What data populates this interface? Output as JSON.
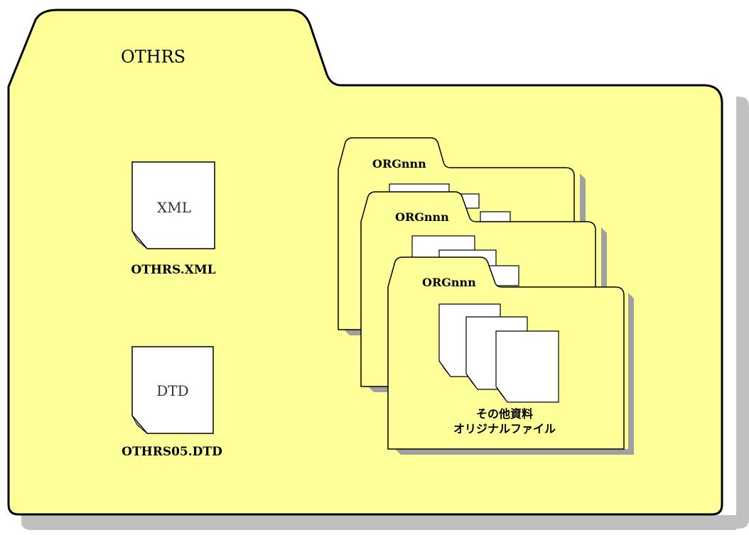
{
  "main_folder": {
    "title": "OTHRS",
    "fill_color": "#ffff99",
    "shadow_color": "#c0c0c0"
  },
  "files": [
    {
      "icon_name": "document-icon",
      "mark": "XML",
      "name": "OTHRS.XML"
    },
    {
      "icon_name": "document-icon",
      "mark": "DTD",
      "name": "OTHRS05.DTD"
    }
  ],
  "subfolders": [
    {
      "icon_name": "folder-icon",
      "title": "ORGnnn"
    },
    {
      "icon_name": "folder-icon",
      "title": "ORGnnn"
    },
    {
      "icon_name": "folder-icon",
      "title": "ORGnnn"
    }
  ],
  "original_files": {
    "caption_line1": "その他資料",
    "caption_line2": "オリジナルファイル"
  }
}
